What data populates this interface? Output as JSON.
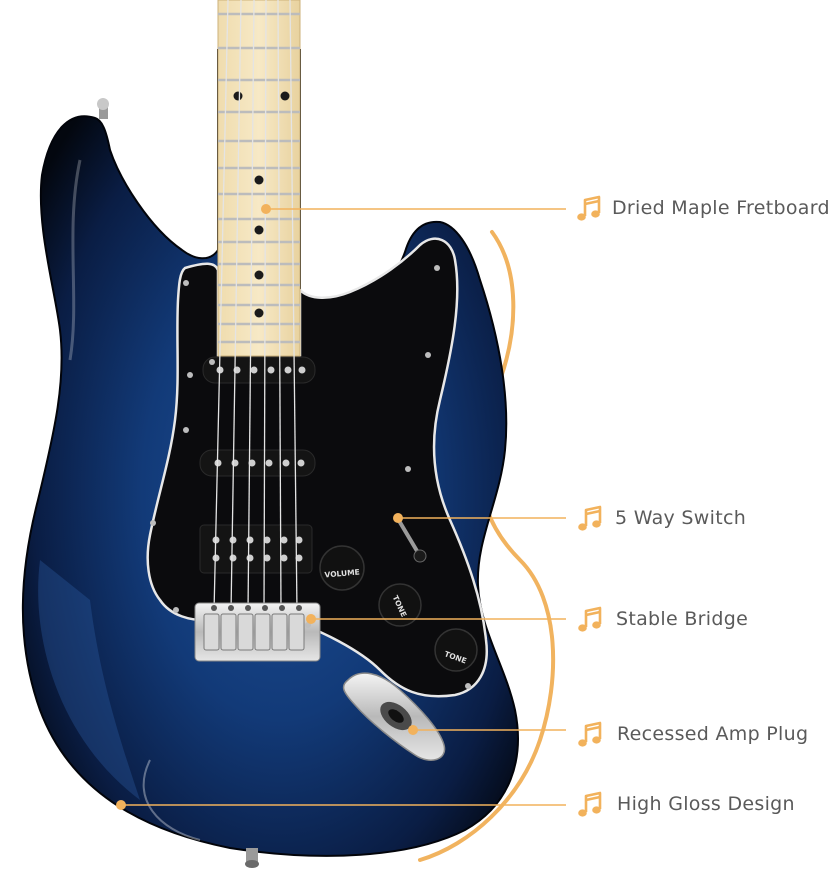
{
  "accent_color": "#f2b25c",
  "icon": "music-note-icon",
  "knobs": {
    "volume": "VOLUME",
    "tone_1": "TONE",
    "tone_2": "TONE"
  },
  "callouts": [
    {
      "label": "Dried Maple Fretboard"
    },
    {
      "label": "5 Way Switch"
    },
    {
      "label": "Stable Bridge"
    },
    {
      "label": "Recessed Amp Plug"
    },
    {
      "label": "High Gloss Design"
    }
  ]
}
